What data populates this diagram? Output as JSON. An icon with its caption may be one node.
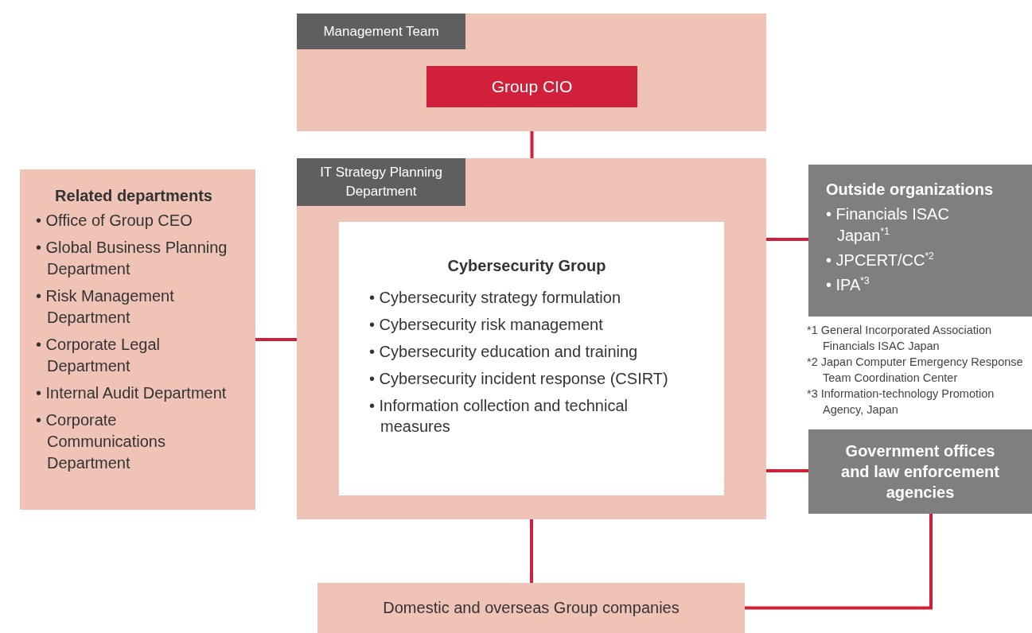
{
  "diagram": {
    "nodes": [
      {
        "text": [
          "Management Team"
        ]
      },
      {
        "text": [
          "Group CIO"
        ],
        "in": 0
      },
      {
        "text": [
          "IT Strategy Planning Department"
        ]
      },
      {
        "text": [
          "Cybersecurity Group",
          "• Cybersecurity strategy formulation",
          "• Cybersecurity risk management",
          "• Cybersecurity education and training",
          "• Cybersecurity incident response (CSIRT)",
          "• Information collection and technical measures"
        ],
        "in": 2
      },
      {
        "text": [
          "Related departments",
          "• Office of Group CEO",
          "• Global Business Planning Department",
          "• Risk Management Department",
          "• Corporate Legal Department",
          "• Internal Audit Department",
          "• Corporate Communications Department"
        ]
      },
      {
        "text": [
          "Outside organizations",
          "• Financials ISAC Japan$^{*1}$",
          "• JPCERT/CC$^{*2}$",
          "• IPA$^{*3}$"
        ]
      },
      {
        "text": [
          "Government offices and law enforcement agencies"
        ]
      },
      {
        "text": [
          "Domestic and overseas Group companies"
        ]
      }
    ],
    "edges": [
      {
        "from": 1,
        "to": 3,
        "arrow": "none"
      },
      {
        "from": 4,
        "to": 3,
        "arrow": "none"
      },
      {
        "from": 3,
        "to": 5,
        "arrow": "none"
      },
      {
        "from": 3,
        "to": 6,
        "arrow": "none"
      },
      {
        "from": 3,
        "to": 7,
        "arrow": "none"
      },
      {
        "from": 6,
        "to": 7,
        "arrow": "none"
      }
    ],
    "labels": [
      "*1 General Incorporated Association Financials ISAC Japan",
      "*2 Japan Computer Emergency Response Team Coordination Center",
      "*3 Information-technology Promotion Agency, Japan"
    ]
  }
}
